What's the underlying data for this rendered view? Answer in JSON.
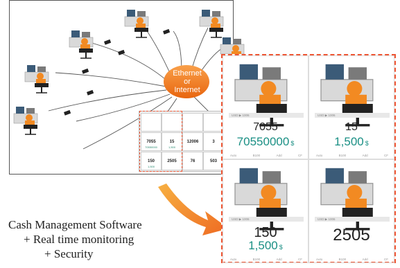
{
  "network": {
    "hub_line1": "Ethernet",
    "hub_line2": "or",
    "hub_line3": "Internet"
  },
  "mini_grid": {
    "cells": [
      {
        "num": "",
        "sub": ""
      },
      {
        "num": "",
        "sub": ""
      },
      {
        "num": "",
        "sub": ""
      },
      {
        "num": "",
        "sub": ""
      },
      {
        "num": "7055",
        "sub": "70550000"
      },
      {
        "num": "15",
        "sub": "1,500"
      },
      {
        "num": "12006",
        "sub": ""
      },
      {
        "num": "3",
        "sub": ""
      },
      {
        "num": "150",
        "sub": "1,500"
      },
      {
        "num": "2505",
        "sub": ""
      },
      {
        "num": "76",
        "sub": ""
      },
      {
        "num": "503",
        "sub": ""
      }
    ]
  },
  "tiles": [
    {
      "bar": "USD  ▶  1006",
      "count": "7055",
      "amount": "70550000",
      "unit": "$"
    },
    {
      "bar": "USD  ▶  1006",
      "count": "15",
      "amount": "1,500",
      "unit": "$"
    },
    {
      "bar": "USD  ▶  1006",
      "count": "150",
      "amount": "1,500",
      "unit": "$"
    },
    {
      "bar": "USD  ▶  1006",
      "count": "2505",
      "amount": "",
      "unit": ""
    }
  ],
  "tile_controls": [
    "Auto",
    "B100",
    "Add",
    "CF"
  ],
  "caption": {
    "line1": "Cash Management Software",
    "line2": "+ Real time monitoring",
    "line3": "+ Security"
  },
  "colors": {
    "hub": "#f07a1e",
    "highlight": "#e53e33",
    "arrow": "#f08a2a",
    "amount": "#1a8f84",
    "person": "#f28a22"
  }
}
